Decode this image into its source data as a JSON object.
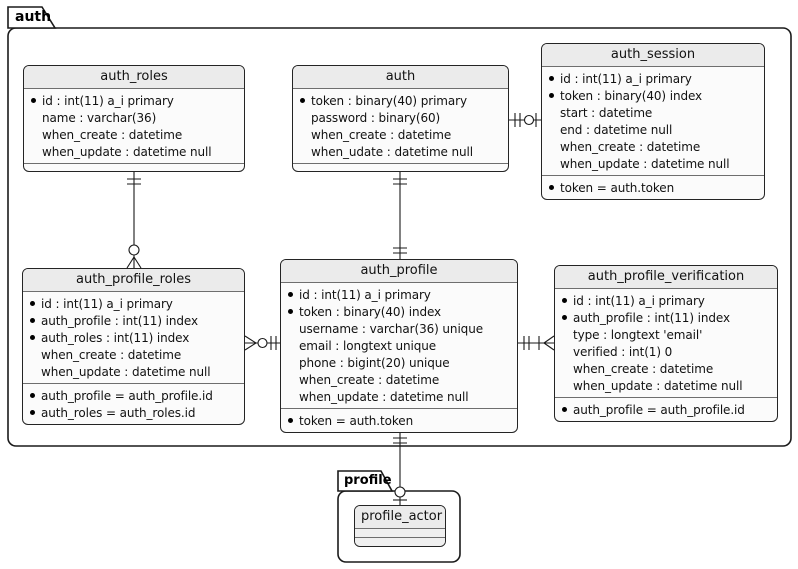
{
  "packages": {
    "auth": {
      "label": "auth"
    },
    "profile": {
      "label": "profile"
    }
  },
  "entities": [
    {
      "id": "auth_roles",
      "title": "auth_roles",
      "fields": [
        {
          "bullet": true,
          "text": "id : int(11) a_i primary"
        },
        {
          "bullet": false,
          "text": "name : varchar(36)"
        },
        {
          "bullet": false,
          "text": "when_create : datetime"
        },
        {
          "bullet": false,
          "text": "when_update : datetime null"
        }
      ],
      "constraints": []
    },
    {
      "id": "auth",
      "title": "auth",
      "fields": [
        {
          "bullet": true,
          "text": "token : binary(40) primary"
        },
        {
          "bullet": false,
          "text": "password : binary(60)"
        },
        {
          "bullet": false,
          "text": "when_create : datetime"
        },
        {
          "bullet": false,
          "text": "when_udate : datetime null"
        }
      ],
      "constraints": []
    },
    {
      "id": "auth_session",
      "title": "auth_session",
      "fields": [
        {
          "bullet": true,
          "text": "id : int(11) a_i primary"
        },
        {
          "bullet": true,
          "text": "token : binary(40) index"
        },
        {
          "bullet": false,
          "text": "start : datetime"
        },
        {
          "bullet": false,
          "text": "end : datetime null"
        },
        {
          "bullet": false,
          "text": "when_create : datetime"
        },
        {
          "bullet": false,
          "text": "when_update : datetime null"
        }
      ],
      "constraints": [
        {
          "bullet": true,
          "text": "token = auth.token"
        }
      ]
    },
    {
      "id": "auth_profile_roles",
      "title": "auth_profile_roles",
      "fields": [
        {
          "bullet": true,
          "text": "id : int(11) a_i primary"
        },
        {
          "bullet": true,
          "text": "auth_profile : int(11) index"
        },
        {
          "bullet": true,
          "text": "auth_roles : int(11) index"
        },
        {
          "bullet": false,
          "text": "when_create : datetime"
        },
        {
          "bullet": false,
          "text": "when_update : datetime null"
        }
      ],
      "constraints": [
        {
          "bullet": true,
          "text": "auth_profile = auth_profile.id"
        },
        {
          "bullet": true,
          "text": "auth_roles = auth_roles.id"
        }
      ]
    },
    {
      "id": "auth_profile",
      "title": "auth_profile",
      "fields": [
        {
          "bullet": true,
          "text": "id : int(11) a_i primary"
        },
        {
          "bullet": true,
          "text": "token : binary(40) index"
        },
        {
          "bullet": false,
          "text": "username : varchar(36) unique"
        },
        {
          "bullet": false,
          "text": "email : longtext unique"
        },
        {
          "bullet": false,
          "text": "phone : bigint(20) unique"
        },
        {
          "bullet": false,
          "text": "when_create : datetime"
        },
        {
          "bullet": false,
          "text": "when_update : datetime null"
        }
      ],
      "constraints": [
        {
          "bullet": true,
          "text": "token = auth.token"
        }
      ]
    },
    {
      "id": "auth_profile_verification",
      "title": "auth_profile_verification",
      "fields": [
        {
          "bullet": true,
          "text": "id : int(11) a_i primary"
        },
        {
          "bullet": true,
          "text": "auth_profile : int(11) index"
        },
        {
          "bullet": false,
          "text": "type : longtext 'email'"
        },
        {
          "bullet": false,
          "text": "verified : int(1) 0"
        },
        {
          "bullet": false,
          "text": "when_create : datetime"
        },
        {
          "bullet": false,
          "text": "when_update : datetime null"
        }
      ],
      "constraints": [
        {
          "bullet": true,
          "text": "auth_profile = auth_profile.id"
        }
      ]
    },
    {
      "id": "profile_actor",
      "title": "profile_actor",
      "fields": [],
      "constraints": []
    }
  ],
  "relations": [
    {
      "from": "auth_roles",
      "to": "auth_profile_roles",
      "from_cardinality": "exactly-one",
      "to_cardinality": "zero-or-many"
    },
    {
      "from": "auth",
      "to": "auth_profile",
      "from_cardinality": "exactly-one",
      "to_cardinality": "exactly-one"
    },
    {
      "from": "auth",
      "to": "auth_session",
      "from_cardinality": "exactly-one",
      "to_cardinality": "zero-or-one"
    },
    {
      "from": "auth_profile",
      "to": "auth_profile_roles",
      "from_cardinality": "exactly-one",
      "to_cardinality": "zero-or-many"
    },
    {
      "from": "auth_profile",
      "to": "auth_profile_verification",
      "from_cardinality": "exactly-one",
      "to_cardinality": "one-or-many"
    },
    {
      "from": "auth_profile",
      "to": "profile_actor",
      "from_cardinality": "exactly-one",
      "to_cardinality": "zero-or-one"
    }
  ]
}
